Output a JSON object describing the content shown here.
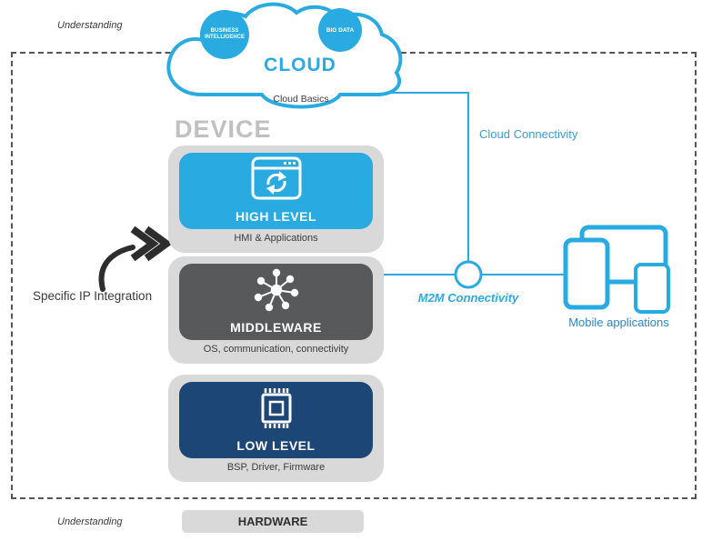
{
  "colors": {
    "accent": "#29abe2",
    "link_blue": "#3e9bd6",
    "high_level": "#29abe2",
    "middleware": "#58595b",
    "low_level": "#1b4676",
    "card_gray": "#d9d9d9",
    "device_title_gray": "#c0c0c0"
  },
  "annotations": {
    "understanding_top": "Understanding",
    "understanding_bottom": "Understanding",
    "specific_ip_integration": "Specific IP Integration"
  },
  "cloud": {
    "title": "CLOUD",
    "basics_label": "Cloud Basics",
    "bubbles": [
      {
        "label": "BUSINESS INTELLIGENCE",
        "icon": "business-intelligence-bubble"
      },
      {
        "label": "BIG DATA",
        "icon": "big-data-bubble"
      }
    ]
  },
  "device": {
    "title": "DEVICE",
    "layers": [
      {
        "name": "HIGH LEVEL",
        "subtitle": "HMI & Applications",
        "icon": "app-window-refresh-icon"
      },
      {
        "name": "MIDDLEWARE",
        "subtitle": "OS, communication, connectivity",
        "icon": "network-nodes-icon"
      },
      {
        "name": "LOW LEVEL",
        "subtitle": "BSP, Driver, Firmware",
        "icon": "cpu-chip-icon"
      }
    ]
  },
  "connectivity": {
    "cloud_connectivity": "Cloud Connectivity",
    "m2m_connectivity": "M2M Connectivity",
    "mobile_applications": "Mobile applications"
  },
  "hardware": {
    "label": "HARDWARE"
  }
}
